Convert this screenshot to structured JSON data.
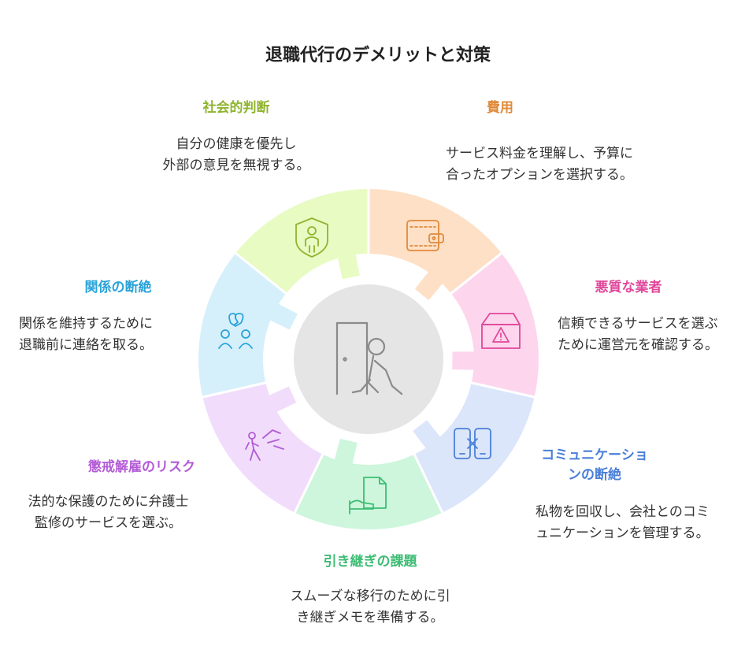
{
  "title": "退職代行のデメリットと対策",
  "segments": [
    {
      "key": "social",
      "label": "社会的判断",
      "lines": [
        "自分の健康を優先し",
        "外部の意見を無視する。"
      ],
      "color": "#8fb42e",
      "fill": "#e8fbc3",
      "icon": "shield-person-icon"
    },
    {
      "key": "cost",
      "label": "費用",
      "lines": [
        "サービス料金を理解し、予算に",
        "合ったオプションを選択する。"
      ],
      "color": "#e08a3a",
      "fill": "#fde0c6",
      "icon": "wallet-icon"
    },
    {
      "key": "vendor",
      "label": "悪質な業者",
      "lines": [
        "信頼できるサービスを選ぶ",
        "ために運営元を確認する。"
      ],
      "color": "#e0479a",
      "fill": "#fdd6ee",
      "icon": "warning-box-icon"
    },
    {
      "key": "comm",
      "label": "コミュニケーショ",
      "label2": "ンの断絶",
      "lines": [
        "私物を回収し、会社とのコミ",
        "ュニケーションを管理する。"
      ],
      "color": "#4a7fd9",
      "fill": "#dbe6fb",
      "icon": "phones-disconnected-icon"
    },
    {
      "key": "handover",
      "label": "引き継ぎの課題",
      "lines": [
        "スムーズな移行のために引",
        "き継ぎメモを準備する。"
      ],
      "color": "#3ebd74",
      "fill": "#cdf6dc",
      "icon": "handover-document-icon"
    },
    {
      "key": "dismissal",
      "label": "懲戒解雇のリスク",
      "lines": [
        "法的な保護のために弁護士",
        "監修のサービスを選ぶ。"
      ],
      "color": "#b35bd6",
      "fill": "#f1ddfb",
      "icon": "kicked-out-icon"
    },
    {
      "key": "relation",
      "label": "関係の断絶",
      "lines": [
        "関係を維持するために",
        "退職前に連絡を取る。"
      ],
      "color": "#2aa3d9",
      "fill": "#d6f0fb",
      "icon": "broken-relationship-icon"
    }
  ],
  "center": {
    "icon": "person-leaving-door-icon",
    "fill": "#e5e5e5",
    "stroke": "#8a8a8a"
  }
}
